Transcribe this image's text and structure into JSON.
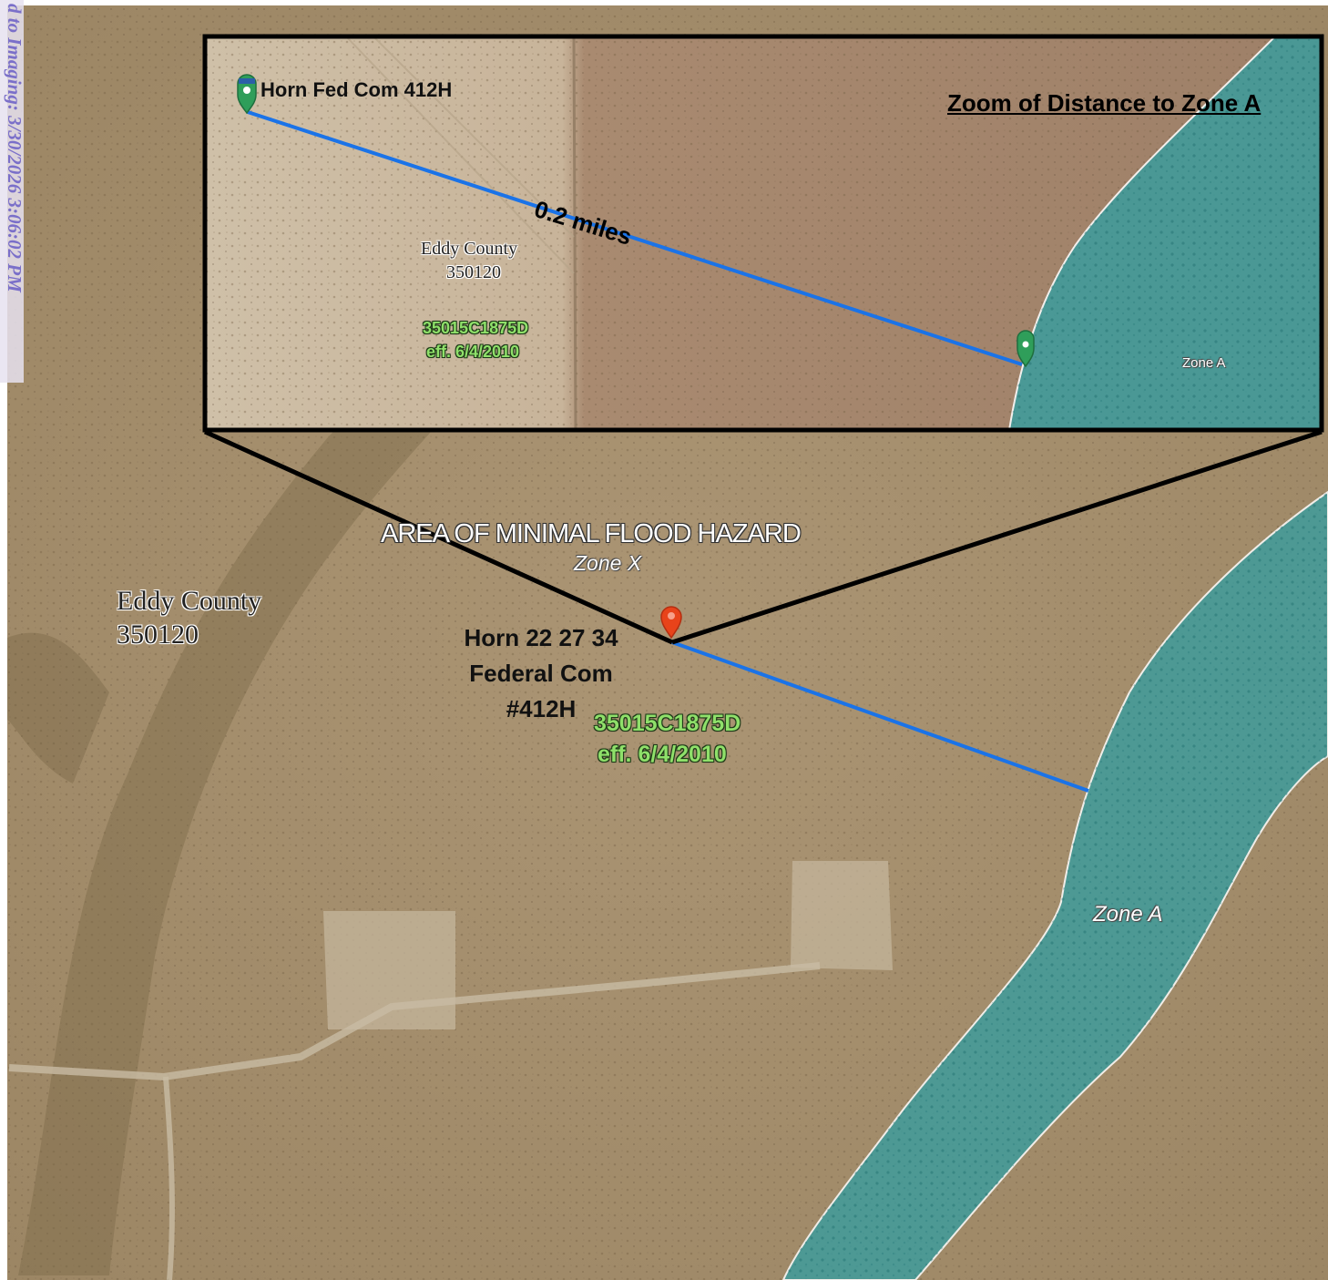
{
  "stamp": {
    "text": "d to Imaging: 3/30/2026 3:06:02 PM"
  },
  "inset": {
    "title": "Zoom of Distance to Zone A",
    "well_label": "Horn Fed Com 412H",
    "distance_label": "0.2 miles",
    "county_name": "Eddy County",
    "county_code": "350120",
    "panel_id": "35015C1875D",
    "panel_date": "eff. 6/4/2010",
    "zone_label": "Zone A"
  },
  "main": {
    "hazard_label": "AREA OF MINIMAL FLOOD HAZARD",
    "zone_x_label": "Zone X",
    "county_name": "Eddy County",
    "county_code": "350120",
    "well_name_line1": "Horn 22 27 34",
    "well_name_line2": "Federal Com",
    "well_name_line3": "#412H",
    "panel_id": "35015C1875D",
    "panel_date": "eff. 6/4/2010",
    "zone_a_label": "Zone A"
  },
  "colors": {
    "terrain": "#a58e6c",
    "flood_zone": "#3f9c9c",
    "measure_line": "#1a73e8",
    "callout": "#000000",
    "pin_red": "#e8431a",
    "pin_green": "#2f9e5a",
    "firm_text": "#8fe06a"
  },
  "icons": {
    "well_pin": "map-pin-icon",
    "inset_pin": "map-pin-icon"
  }
}
